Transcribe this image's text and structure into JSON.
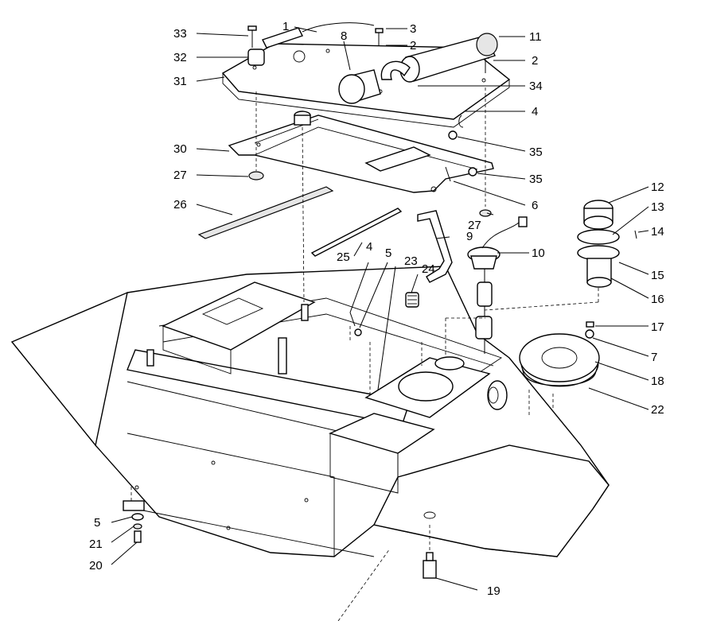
{
  "callouts": [
    "1",
    "2",
    "3",
    "4",
    "5",
    "6",
    "7",
    "8",
    "9",
    "10",
    "11",
    "12",
    "13",
    "14",
    "15",
    "16",
    "17",
    "18",
    "19",
    "20",
    "21",
    "22",
    "23",
    "24",
    "25",
    "26",
    "27",
    "30",
    "31",
    "32",
    "33",
    "34",
    "35"
  ]
}
